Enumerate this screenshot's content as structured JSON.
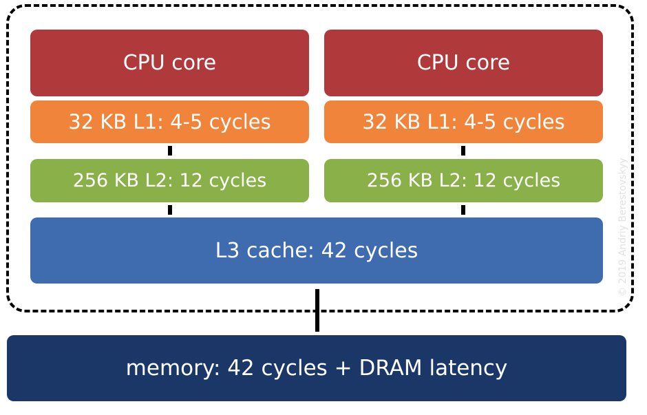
{
  "diagram": {
    "cores": [
      {
        "core_label": "CPU core",
        "l1_label": "32 KB L1: 4-5 cycles",
        "l2_label": "256 KB L2: 12 cycles"
      },
      {
        "core_label": "CPU core",
        "l1_label": "32 KB L1: 4-5 cycles",
        "l2_label": "256 KB L2: 12 cycles"
      }
    ],
    "l3_label": "L3 cache: 42 cycles",
    "memory_label": "memory: 42 cycles + DRAM latency",
    "watermark": "© 2019 Andriy Berestovskyy",
    "colors": {
      "cpu": "#B0393B",
      "l1": "#F0843A",
      "l2": "#8AB04A",
      "l3": "#3F6BAF",
      "memory": "#1B3768"
    }
  }
}
